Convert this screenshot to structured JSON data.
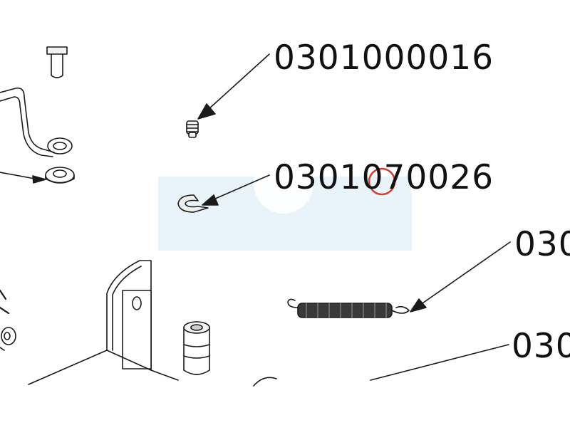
{
  "diagram": {
    "part_numbers": [
      {
        "text": "0301000016"
      },
      {
        "text": "0301070026"
      },
      {
        "text": "030"
      },
      {
        "text": "030"
      }
    ]
  },
  "overlay": {
    "highlight_color": "#e8f3fa",
    "marker_color": "#d43a2f"
  }
}
